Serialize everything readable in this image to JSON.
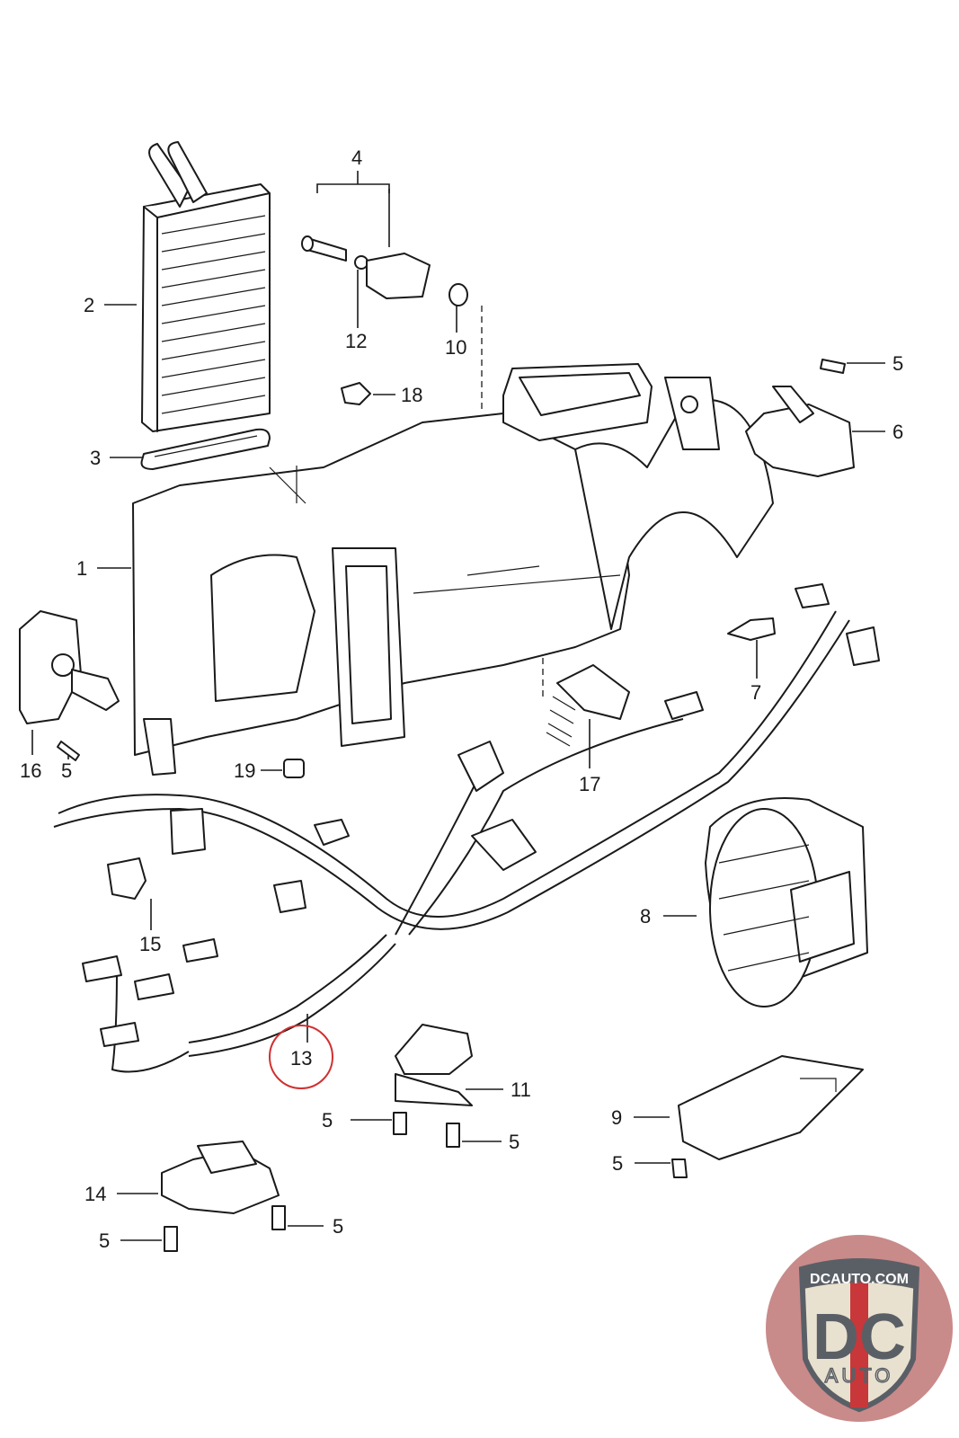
{
  "diagram": {
    "type": "exploded-parts-diagram",
    "subject": "HVAC heater box / blower assembly",
    "highlight_color": "#d03030",
    "highlighted_part": "13",
    "callouts": [
      {
        "id": "c1",
        "label": "1"
      },
      {
        "id": "c2",
        "label": "2"
      },
      {
        "id": "c3",
        "label": "3"
      },
      {
        "id": "c4",
        "label": "4"
      },
      {
        "id": "c5a",
        "label": "5"
      },
      {
        "id": "c5b",
        "label": "5"
      },
      {
        "id": "c5c",
        "label": "5"
      },
      {
        "id": "c5d",
        "label": "5"
      },
      {
        "id": "c5e",
        "label": "5"
      },
      {
        "id": "c5f",
        "label": "5"
      },
      {
        "id": "c5g",
        "label": "5"
      },
      {
        "id": "c6",
        "label": "6"
      },
      {
        "id": "c7",
        "label": "7"
      },
      {
        "id": "c8",
        "label": "8"
      },
      {
        "id": "c9",
        "label": "9"
      },
      {
        "id": "c10",
        "label": "10"
      },
      {
        "id": "c11",
        "label": "11"
      },
      {
        "id": "c12",
        "label": "12"
      },
      {
        "id": "c13",
        "label": "13"
      },
      {
        "id": "c14",
        "label": "14"
      },
      {
        "id": "c15",
        "label": "15"
      },
      {
        "id": "c16",
        "label": "16"
      },
      {
        "id": "c17",
        "label": "17"
      },
      {
        "id": "c18",
        "label": "18"
      },
      {
        "id": "c19",
        "label": "19"
      }
    ]
  },
  "logo": {
    "site": "DCAUTO.COM",
    "initials": "DC",
    "word": "AUTO",
    "colors": {
      "ring": "#c98a8a",
      "shield": "#e9e1cf",
      "text": "#5a5f66",
      "stripe": "#c8373a"
    }
  }
}
